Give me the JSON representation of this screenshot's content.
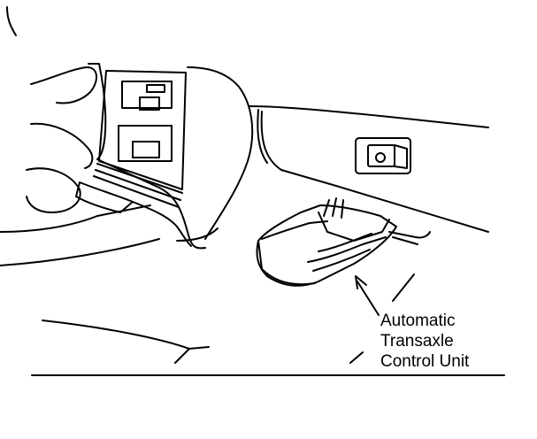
{
  "diagram": {
    "callout": {
      "lines": [
        "Automatic",
        "Transaxle",
        "Control Unit"
      ]
    }
  }
}
